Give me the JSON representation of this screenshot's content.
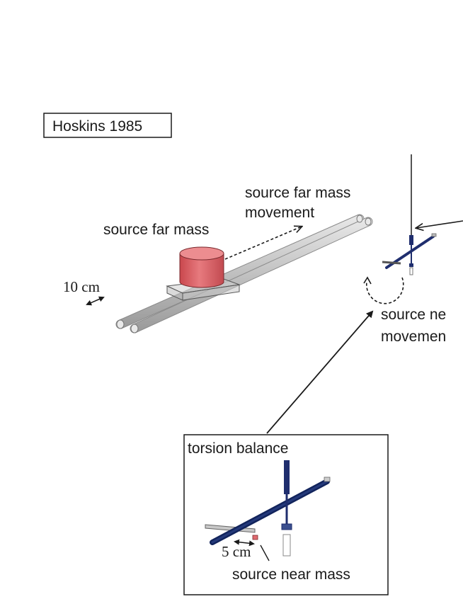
{
  "title": "Hoskins 1985",
  "labels": {
    "far_mass": "source far mass",
    "far_movement_line1": "source far mass",
    "far_movement_line2": "movement",
    "scale_far": "10 cm",
    "near_movement_line1": "source ne",
    "near_movement_line2": "movemen",
    "inset_title": "torsion balance",
    "scale_near": "5 cm",
    "near_mass": "source near mass"
  },
  "colors": {
    "far_mass": "#e06b70",
    "rail": "#bdbdbd",
    "balance": "#1f2e6e",
    "ink": "#1a1a1a"
  }
}
